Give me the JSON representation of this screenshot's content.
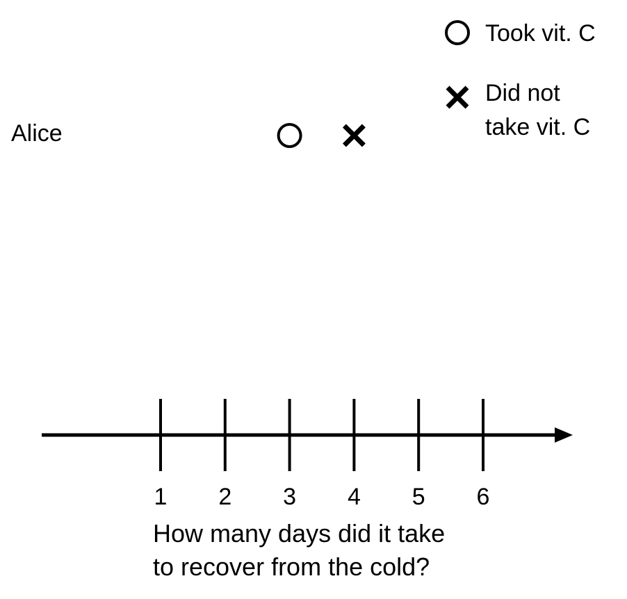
{
  "chart_data": {
    "type": "scatter",
    "xlabel_lines": [
      "How many days did it take",
      "to recover from the cold?"
    ],
    "xticks": [
      1,
      2,
      3,
      4,
      5,
      6
    ],
    "categories": [
      "Alice"
    ],
    "series": [
      {
        "name": "Took vit. C",
        "marker": "circle",
        "points": [
          {
            "category": "Alice",
            "x": 3
          }
        ]
      },
      {
        "name": "Did not take vit. C",
        "marker": "cross",
        "points": [
          {
            "category": "Alice",
            "x": 4
          }
        ]
      }
    ],
    "legend": {
      "placement": "top-right",
      "entries": [
        {
          "marker": "circle",
          "lines": [
            "Took vit. C"
          ]
        },
        {
          "marker": "cross",
          "lines": [
            "Did not",
            "take vit. C"
          ]
        }
      ]
    },
    "grid": false,
    "colors": {
      "foreground": "#000000",
      "background": "#ffffff"
    }
  }
}
